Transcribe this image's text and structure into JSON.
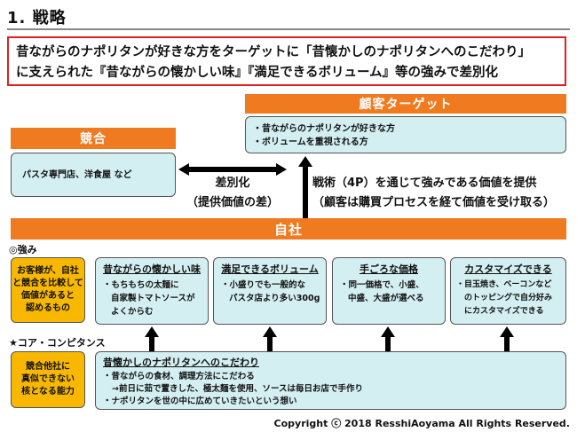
{
  "title": "1. 戦略",
  "headline": {
    "line1": "昔ながらのナポリタンが好きな方をターゲットに「昔懐かしのナポリタンへのこだわり」",
    "line2": "に支えられた『昔ながらの懐かしい味』『満足できるボリューム』等の強みで差別化"
  },
  "target": {
    "label": "顧客ターゲット",
    "items": [
      "・昔ながらのナポリタンが好きな方",
      "・ボリュームを重視される方"
    ]
  },
  "competition": {
    "label": "競合",
    "text": "パスタ専門店、洋食屋 など"
  },
  "differentiation": {
    "line1": "差別化",
    "line2": "（提供価値の差）"
  },
  "value_provision": {
    "line1": "戦術（4P）を通じて強みである価値を提供",
    "line2": "（顧客は購買プロセスを経て価値を受け取る）"
  },
  "company": {
    "label": "自社"
  },
  "strengths": {
    "label": "◎強み",
    "definition": [
      "お客様が、自社",
      "と競合を比較して",
      "価値があると",
      "認めるもの"
    ],
    "items": [
      {
        "title": "昔ながらの懐かしい味",
        "lines": [
          "・もちもちの太麺に",
          "自家製トマトソースが",
          "よくからむ"
        ]
      },
      {
        "title": "満足できるボリューム",
        "lines": [
          "・小盛りでも一般的な",
          "パスタ店より多い300g"
        ]
      },
      {
        "title": "手ごろな価格",
        "lines": [
          "・同一価格で、小盛、",
          "中盛、大盛が選べる"
        ]
      },
      {
        "title": "カスタマイズできる",
        "lines": [
          "・目玉焼き、ベーコンなど",
          "のトッピングで自分好み",
          "にカスタマイズできる"
        ]
      }
    ]
  },
  "core": {
    "label": "★コア・コンピタンス",
    "definition": [
      "競合他社に",
      "真似できない",
      "核となる能力"
    ],
    "title": "昔懐かしのナポリタンへのこだわり",
    "lines": [
      "・昔ながらの食材、調理方法にこだわる",
      "→前日に茹で置きした、極太麺を使用、ソースは毎日お店で手作り",
      "・ナポリタンを世の中に広めていきたいという想い"
    ]
  },
  "copyright": "Copyright ⓒ 2018 ResshiAoyama All Rights Reserved."
}
